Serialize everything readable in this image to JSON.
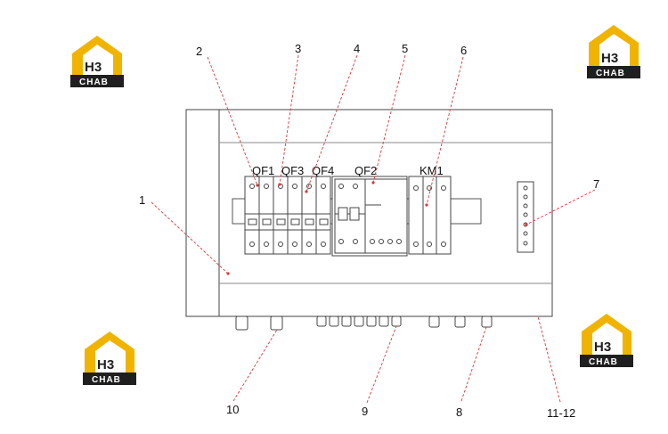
{
  "logo": {
    "mark": "H3",
    "subtext": "CHAB"
  },
  "modules": {
    "qf1": "QF1",
    "qf3": "QF3",
    "qf4": "QF4",
    "qf2": "QF2",
    "km1": "KM1"
  },
  "callouts": {
    "c1": "1",
    "c2": "2",
    "c3": "3",
    "c4": "4",
    "c5": "5",
    "c6": "6",
    "c7": "7",
    "c8": "8",
    "c9": "9",
    "c10": "10",
    "c11": "11-12"
  },
  "colors": {
    "logo_yellow": "#f0b400",
    "logo_dark": "#1f1f1f",
    "leader_red": "#d63a3a"
  }
}
